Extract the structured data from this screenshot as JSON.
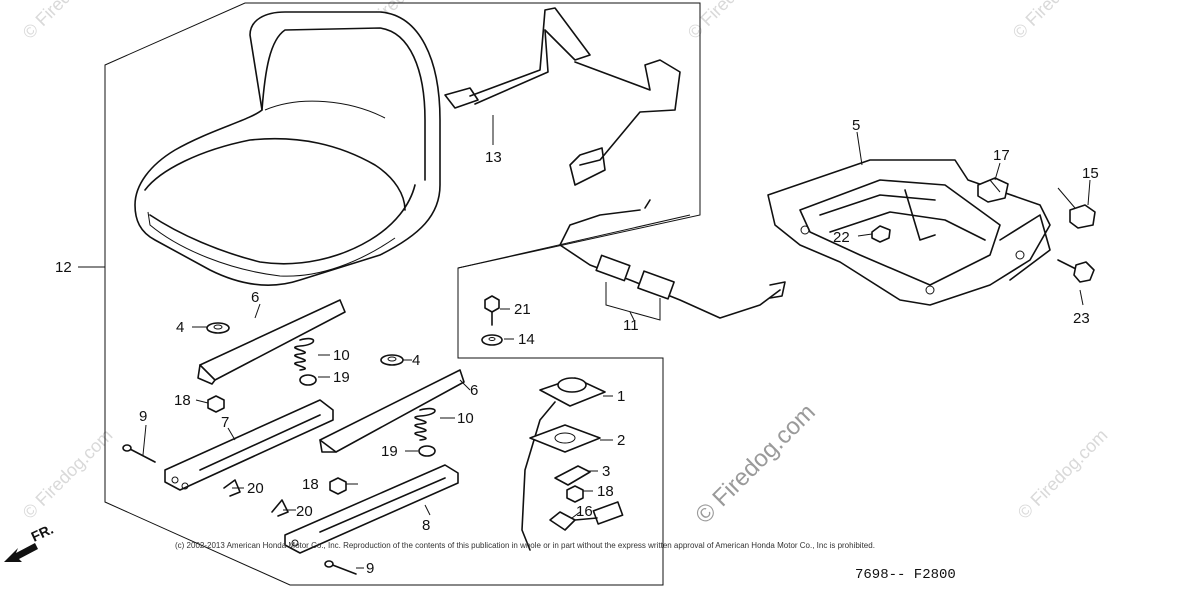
{
  "parts": {
    "p1": "1",
    "p2": "2",
    "p3": "3",
    "p4a": "4",
    "p4b": "4",
    "p5": "5",
    "p6a": "6",
    "p6b": "6",
    "p7": "7",
    "p8": "8",
    "p9a": "9",
    "p9b": "9",
    "p10a": "10",
    "p10b": "10",
    "p11": "11",
    "p12": "12",
    "p13": "13",
    "p14": "14",
    "p15": "15",
    "p16": "16",
    "p17": "17",
    "p18a": "18",
    "p18b": "18",
    "p18c": "18",
    "p19a": "19",
    "p19b": "19",
    "p20a": "20",
    "p20b": "20",
    "p21": "21",
    "p22": "22",
    "p23": "23"
  },
  "watermark": {
    "brand": "© Firedog.com",
    "small": "© Firedog.com"
  },
  "copyright": "(c) 2002-2013 American Honda Motor Co., Inc. Reproduction of the contents of this publication in whole or in part without the express written approval of American Honda Motor Co., Inc is prohibited.",
  "diagram_code": "7698-- F2800",
  "front_label": "FR."
}
